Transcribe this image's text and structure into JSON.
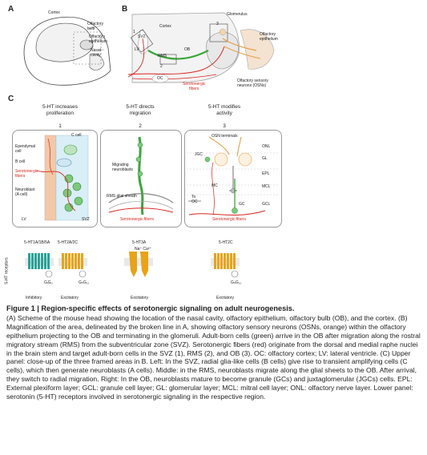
{
  "panel_a": {
    "letter": "A",
    "labels": {
      "cortex": "Cortex",
      "olfactory_bulb": "Olfactory\nbulb",
      "olfactory_epithelium": "Olfactory\nepithelium",
      "nasal_cavity": "Nasal\ncavity"
    }
  },
  "panel_b": {
    "letter": "B",
    "labels": {
      "cortex": "Cortex",
      "glomerulus": "Glomerulus",
      "olfactory_epithelium": "Olfactory\nepithelium",
      "svz": "SVZ",
      "lv": "LV",
      "rms": "RMS",
      "ob": "OB",
      "oc": "OC",
      "num1": "1",
      "num2": "2",
      "num3": "3",
      "serotonergic_fibers": "Serotonergic\nfibers",
      "osns": "Olfactory sensory\nneurons (OSNs)"
    }
  },
  "panel_c": {
    "letter": "C",
    "columns": [
      {
        "header": "5-HT increases\nproliferation",
        "number": "1"
      },
      {
        "header": "5-HT directs\nmigration",
        "number": "2"
      },
      {
        "header": "5-HT modifies\nactivity",
        "number": "3"
      }
    ],
    "box1_labels": {
      "c_cell": "C cell",
      "ependymal": "Ependymal\ncell",
      "b_cell": "B cell",
      "serotonergic": "Serotonergic\nfibers",
      "neuroblast": "Neuroblast\n(A cell)",
      "lv": "LV",
      "svz": "SVZ"
    },
    "box2_labels": {
      "migrating": "Migrating\nneuroblasts",
      "glial_sheath": "RMS glial sheath",
      "serotonergic": "Serotonergic fibers"
    },
    "box3_labels": {
      "osn_terminals": "OSN terminals",
      "onl": "ONL",
      "jgc": "JGC",
      "gl": "GL",
      "epl": "EPL",
      "mc": "MC",
      "mcl": "MCL",
      "to_oc": "To\nOC",
      "gc": "GC",
      "gcl": "GCL",
      "serotonergic": "Serotonergic fibers"
    },
    "receptor_axis_label": "5-HT receptors",
    "receptors": [
      {
        "name": "5-HT1A/1B/5A",
        "protein": "GᵢGₒ",
        "type": "Inhibitory",
        "color": "#2aa198"
      },
      {
        "name": "5-HT2A/2C",
        "protein": "GₙG₁₁",
        "type": "Excitatory",
        "color": "#e8a317"
      },
      {
        "name": "5-HT3A",
        "ions": "Na⁺  Ca²⁺",
        "type": "Excitatory",
        "color": "#e8a317"
      },
      {
        "name": "5-HT2C",
        "protein": "GₙG₁₁",
        "type": "Excitatory",
        "color": "#e8a317"
      }
    ]
  },
  "caption": {
    "title": "Figure 1  |  Region-specific effects of serotonergic signaling on adult neurogenesis.",
    "body": "(A) Scheme of the mouse head showing the location of the nasal cavity, olfactory epithelium, olfactory bulb (OB), and the cortex. (B) Magnification of the area, delineated by the broken line in A, showing olfactory sensory neurons (OSNs, orange) within the olfactory epithelium projecting to the OB and terminating in the glomeruli. Adult-born cells (green) arrive in the OB after migration along the rostral migratory stream (RMS) from the subventricular zone (SVZ). Serotonergic fibers (red) originate from the dorsal and medial raphe nuclei in the brain stem and target adult-born cells in the SVZ (1), RMS (2), and OB (3). OC: olfactory cortex; LV: lateral ventricle. (C) Upper panel: close-up of the three framed areas in B. Left: In the SVZ, radial glia-like cells (B cells) give rise to transient amplifying cells (C cells), which then generate neuroblasts (A cells). Middle: in the RMS, neuroblasts migrate along the glial sheets to the OB. After arrival, they switch to radial migration. Right: In the OB, neuroblasts mature to become granule (GCs) and juxtaglomerular (JGCs) cells. EPL: External plexiform layer; GCL: granule cell layer; GL: glomerular layer; MCL: mitral cell layer; ONL: olfactory nerve layer. Lower panel: serotonin (5-HT) receptors involved in serotonergic signaling in the respective region."
  },
  "colors": {
    "serotonergic_red": "#d7261e",
    "adult_born_green": "#3aa63a",
    "osn_orange": "#e8a04a",
    "teal": "#2aa198",
    "gold": "#e8a317"
  }
}
